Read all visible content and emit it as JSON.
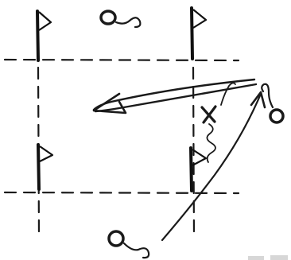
{
  "diagram": {
    "background": "#ffffff",
    "ink_color": "#1a1a1a",
    "gate_flags": [
      "top-left",
      "top-right",
      "bottom-left",
      "bottom-right"
    ],
    "players": [
      "attacker-top",
      "attacker-right",
      "attacker-bottom"
    ],
    "defender": "x-marker",
    "paths": [
      "long-pass-arrow",
      "overlap-run-arrow",
      "dribble-squiggle"
    ]
  }
}
